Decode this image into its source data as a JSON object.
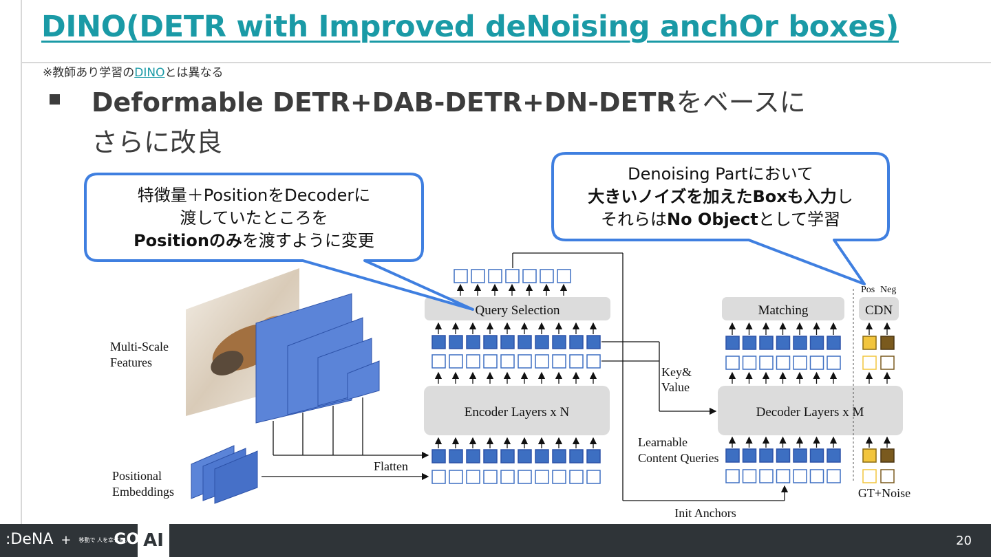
{
  "slide": {
    "title": "DINO(DETR with Improved deNoising anchOr boxes)",
    "note_prefix": "※教師あり学習の",
    "note_link": "DINO",
    "note_suffix": "とは異なる",
    "bullet_bold": "Deformable DETR+DAB-DETR+DN-DETR",
    "bullet_rest": "をベースに",
    "bullet_line2": "さらに改良",
    "page_number": "20"
  },
  "callout_left": {
    "line1": "特徴量＋PositionをDecoderに",
    "line2": "渡していたところを",
    "line3_bold": "Positionのみ",
    "line3_rest": "を渡すように変更"
  },
  "callout_right": {
    "line1": "Denoising Partにおいて",
    "line2_bold": "大きいノイズを加えたBoxも入力",
    "line2_rest": "し",
    "line3_a": "それらは",
    "line3_bold": "No Object",
    "line3_b": "として学習"
  },
  "diagram": {
    "multi_scale_1": "Multi-Scale",
    "multi_scale_2": "Features",
    "positional_1": "Positional",
    "positional_2": "Embeddings",
    "flatten": "Flatten",
    "query_selection": "Query Selection",
    "encoder_layers": "Encoder Layers x N",
    "key_value_1": "Key&",
    "key_value_2": "Value",
    "matching": "Matching",
    "cdn": "CDN",
    "pos": "Pos",
    "neg": "Neg",
    "decoder_layers": "Decoder Layers x M",
    "learnable_1": "Learnable",
    "learnable_2": "Content Queries",
    "gt_noise": "GT+Noise",
    "init_anchors": "Init Anchors"
  },
  "footer": {
    "logo_dena": ":DeNA",
    "logo_plus": "+",
    "logo_small": "移動で 人を幸せに。",
    "logo_go": "GO",
    "logo_ai": "AI"
  },
  "colors": {
    "accent": "#1a9aa6",
    "callout_border": "#3f7fe0",
    "filled_square": "#3d6fc2",
    "pos_yellow": "#f2c53d",
    "neg_brown": "#7a5a1e",
    "footer_bg": "#2f3438"
  }
}
